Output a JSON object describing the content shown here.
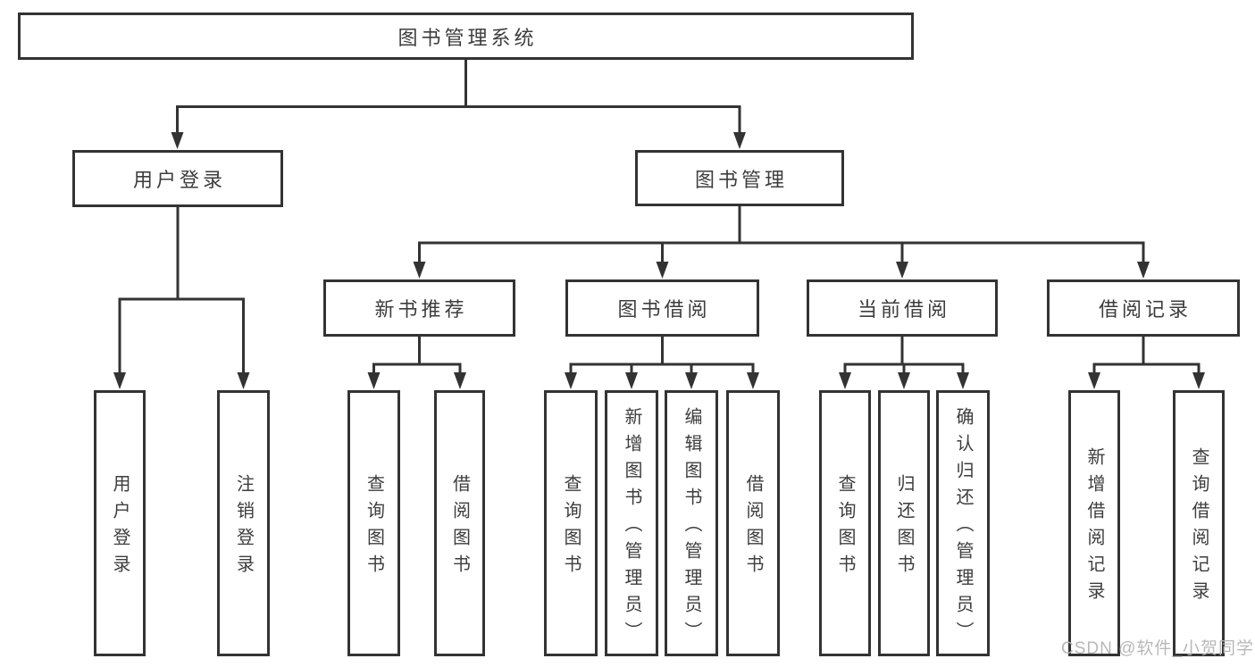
{
  "root": {
    "label": "图书管理系统"
  },
  "level2": {
    "user_login": "用户登录",
    "book_management": "图书管理"
  },
  "level3": {
    "new_book_recommend": "新书推荐",
    "book_borrow": "图书借阅",
    "current_borrow": "当前借阅",
    "borrow_records": "借阅记录"
  },
  "leaves": {
    "user_login": [
      "用户登录",
      "注销登录"
    ],
    "new_book_recommend": [
      "查询图书",
      "借阅图书"
    ],
    "book_borrow": [
      "查询图书",
      "新增图书（管理员）",
      "编辑图书（管理员）",
      "借阅图书"
    ],
    "current_borrow": [
      "查询图书",
      "归还图书",
      "确认归还（管理员）"
    ],
    "borrow_records": [
      "新增借阅记录",
      "查询借阅记录"
    ]
  },
  "watermark": {
    "text": "CSDN @软件_小贺同学"
  },
  "colors": {
    "line": "#333333",
    "node_border": "#333333",
    "text": "#3d3d3d",
    "watermark": "#b3b3b3",
    "background": "#ffffff"
  }
}
